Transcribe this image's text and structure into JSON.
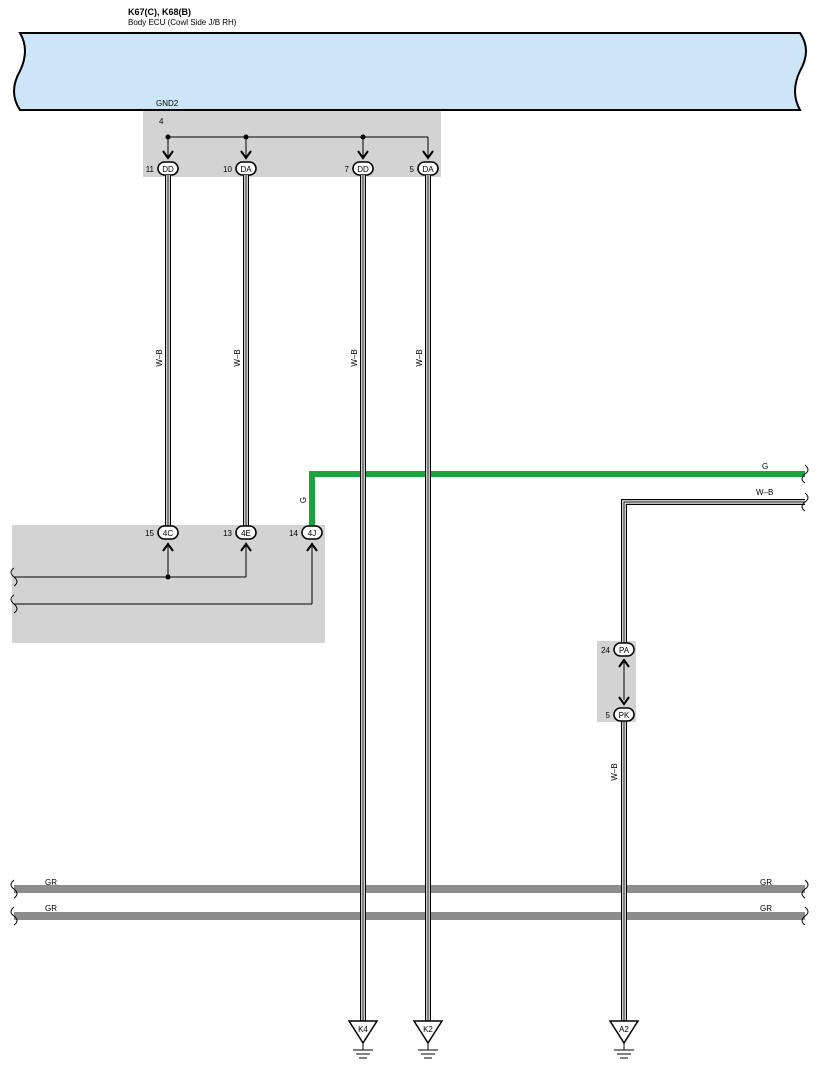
{
  "header": {
    "connector_ids": "K67(C), K68(B)",
    "component_name": "Body ECU (Cowl Side J/B RH)"
  },
  "ecu": {
    "pin_label": "GND2",
    "pin_number": "4"
  },
  "jb_top": {
    "pins": [
      {
        "num": "11",
        "conn": "DD"
      },
      {
        "num": "10",
        "conn": "DA"
      },
      {
        "num": "7",
        "conn": "DD"
      },
      {
        "num": "5",
        "conn": "DA"
      }
    ]
  },
  "wires": {
    "wb": "W–B",
    "g": "G",
    "gr": "GR"
  },
  "jb_left": {
    "pins": [
      {
        "num": "15",
        "conn": "4C"
      },
      {
        "num": "13",
        "conn": "4E"
      },
      {
        "num": "14",
        "conn": "4J"
      }
    ]
  },
  "connector_small": {
    "upper": {
      "num": "24",
      "conn": "PA"
    },
    "lower": {
      "num": "5",
      "conn": "PK"
    }
  },
  "grounds": [
    "K4",
    "K2",
    "A2"
  ],
  "colors": {
    "ecu_fill": "#cce6f8",
    "box_fill": "#d3d3d3",
    "green_wire": "#1aa33f",
    "gray_wire": "#8c8c8c"
  }
}
